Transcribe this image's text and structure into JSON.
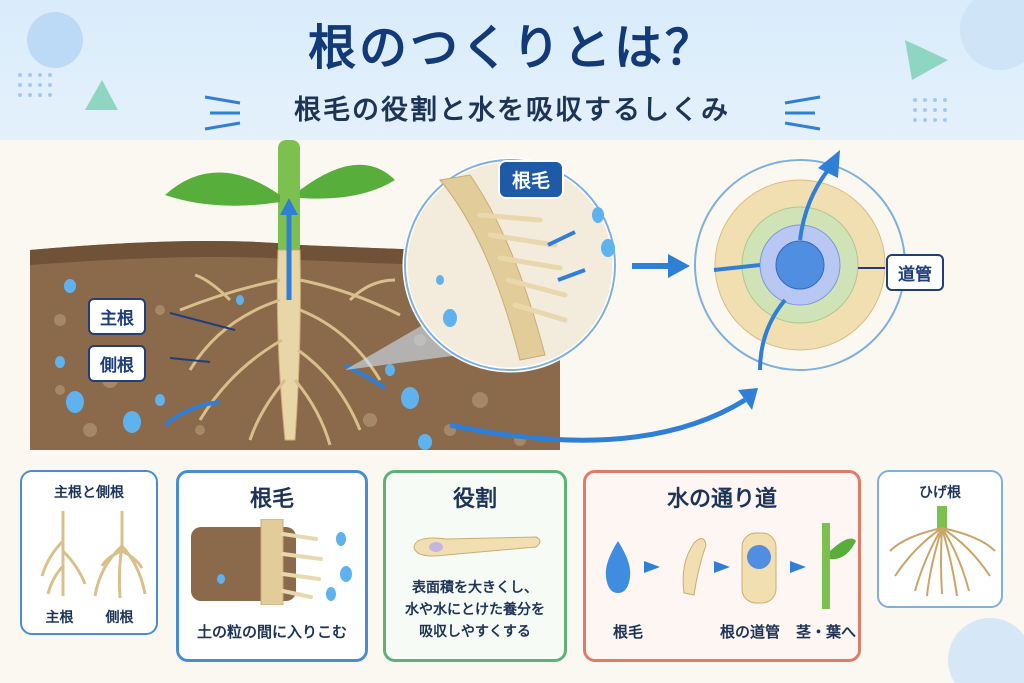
{
  "header": {
    "title": "根のつくりとは？",
    "subtitle": "根毛の役割と水を吸収するしくみ"
  },
  "labels": {
    "main_root": "主根",
    "lateral_root": "側根",
    "root_hair": "根毛",
    "vessel": "道管"
  },
  "panels": {
    "roots": {
      "title": "主根と側根",
      "left_label": "主根",
      "right_label": "側根"
    },
    "root_hair": {
      "title": "根毛",
      "caption": "土の粒の間に入りこむ"
    },
    "role": {
      "title": "役割",
      "lines": [
        "表面積を大きくし、",
        "水や水にとけた養分を",
        "吸収しやすくする"
      ]
    },
    "water_path": {
      "title": "水の通り道",
      "steps": [
        "根毛",
        "根の道管",
        "茎・葉へ"
      ]
    },
    "fibrous": {
      "title": "ひげ根"
    }
  },
  "colors": {
    "title": "#123a78",
    "water": "#2f7fd6",
    "soil": "#8a6a4a",
    "leaf": "#4fa83c",
    "panel_roots": "#4a8cd1",
    "panel_hair": "#4a8cd1",
    "panel_role": "#5fb07a",
    "panel_water": "#e07a6a",
    "panel_fibrous": "#7fb0dd"
  }
}
